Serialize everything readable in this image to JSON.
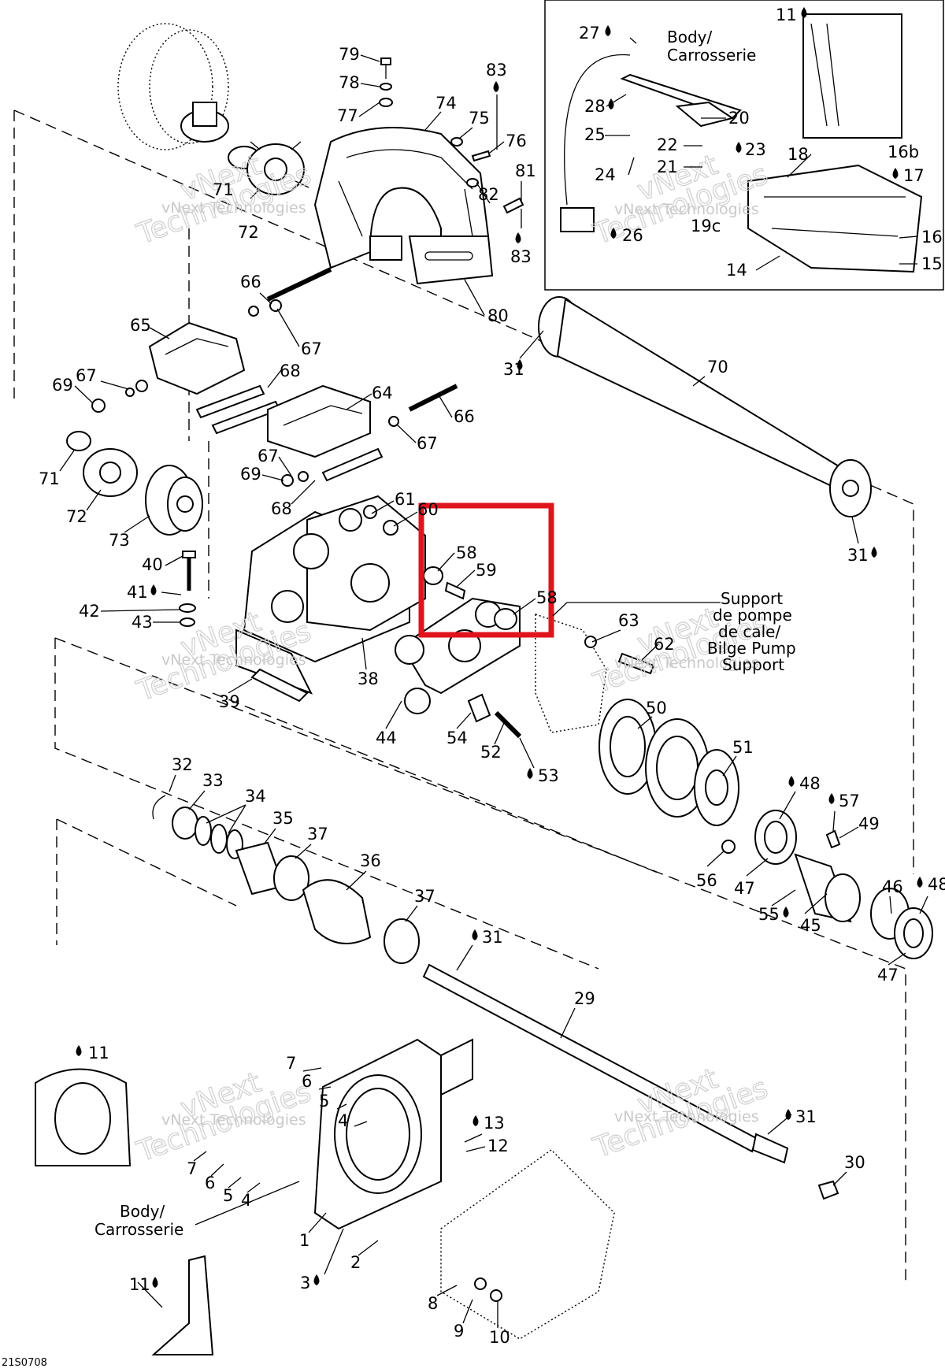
{
  "callouts": [
    {
      "id": "c79",
      "text": "79"
    },
    {
      "id": "c78",
      "text": "78"
    },
    {
      "id": "c77",
      "text": "77"
    },
    {
      "id": "c74",
      "text": "74"
    },
    {
      "id": "c75",
      "text": "75"
    },
    {
      "id": "c76",
      "text": "76"
    },
    {
      "id": "c83a",
      "text": "83"
    },
    {
      "id": "c81",
      "text": "81"
    },
    {
      "id": "c82",
      "text": "82"
    },
    {
      "id": "c83b",
      "text": "83"
    },
    {
      "id": "c80",
      "text": "80"
    },
    {
      "id": "c71a",
      "text": "71"
    },
    {
      "id": "c72a",
      "text": "72"
    },
    {
      "id": "c66a",
      "text": "66"
    },
    {
      "id": "c65",
      "text": "65"
    },
    {
      "id": "c67a",
      "text": "67"
    },
    {
      "id": "c68a",
      "text": "68"
    },
    {
      "id": "c67b",
      "text": "67"
    },
    {
      "id": "c69a",
      "text": "69"
    },
    {
      "id": "c64",
      "text": "64"
    },
    {
      "id": "c66b",
      "text": "66"
    },
    {
      "id": "c67c",
      "text": "67"
    },
    {
      "id": "c67d",
      "text": "67"
    },
    {
      "id": "c69b",
      "text": "69"
    },
    {
      "id": "c68b",
      "text": "68"
    },
    {
      "id": "c71b",
      "text": "71"
    },
    {
      "id": "c72b",
      "text": "72"
    },
    {
      "id": "c73",
      "text": "73"
    },
    {
      "id": "c61",
      "text": "61"
    },
    {
      "id": "c60",
      "text": "60"
    },
    {
      "id": "c58a",
      "text": "58"
    },
    {
      "id": "c59",
      "text": "59"
    },
    {
      "id": "c58b",
      "text": "58"
    },
    {
      "id": "c40",
      "text": "40"
    },
    {
      "id": "c41",
      "text": "41"
    },
    {
      "id": "c42",
      "text": "42"
    },
    {
      "id": "c43",
      "text": "43"
    },
    {
      "id": "c38",
      "text": "38"
    },
    {
      "id": "c39",
      "text": "39"
    },
    {
      "id": "c44",
      "text": "44"
    },
    {
      "id": "c54",
      "text": "54"
    },
    {
      "id": "c52",
      "text": "52"
    },
    {
      "id": "c53",
      "text": "53"
    },
    {
      "id": "c63",
      "text": "63"
    },
    {
      "id": "c62",
      "text": "62"
    },
    {
      "id": "c50",
      "text": "50"
    },
    {
      "id": "c51",
      "text": "51"
    },
    {
      "id": "c48a",
      "text": "48"
    },
    {
      "id": "c57",
      "text": "57"
    },
    {
      "id": "c49",
      "text": "49"
    },
    {
      "id": "c56",
      "text": "56"
    },
    {
      "id": "c47a",
      "text": "47"
    },
    {
      "id": "c46",
      "text": "46"
    },
    {
      "id": "c48b",
      "text": "48"
    },
    {
      "id": "c55",
      "text": "55"
    },
    {
      "id": "c45",
      "text": "45"
    },
    {
      "id": "c47b",
      "text": "47"
    },
    {
      "id": "c32",
      "text": "32"
    },
    {
      "id": "c33",
      "text": "33"
    },
    {
      "id": "c34",
      "text": "34"
    },
    {
      "id": "c35",
      "text": "35"
    },
    {
      "id": "c37a",
      "text": "37"
    },
    {
      "id": "c36",
      "text": "36"
    },
    {
      "id": "c37b",
      "text": "37"
    },
    {
      "id": "c31a",
      "text": "31"
    },
    {
      "id": "c29",
      "text": "29"
    },
    {
      "id": "c31b",
      "text": "31"
    },
    {
      "id": "c31c",
      "text": "31"
    },
    {
      "id": "c70",
      "text": "70"
    },
    {
      "id": "c31d",
      "text": "31"
    },
    {
      "id": "c30",
      "text": "30"
    },
    {
      "id": "c11a",
      "text": "11"
    },
    {
      "id": "c7a",
      "text": "7"
    },
    {
      "id": "c6a",
      "text": "6"
    },
    {
      "id": "c5a",
      "text": "5"
    },
    {
      "id": "c4a",
      "text": "4"
    },
    {
      "id": "c13",
      "text": "13"
    },
    {
      "id": "c12",
      "text": "12"
    },
    {
      "id": "c7b",
      "text": "7"
    },
    {
      "id": "c6b",
      "text": "6"
    },
    {
      "id": "c5b",
      "text": "5"
    },
    {
      "id": "c4b",
      "text": "4"
    },
    {
      "id": "c1",
      "text": "1"
    },
    {
      "id": "c2",
      "text": "2"
    },
    {
      "id": "c3",
      "text": "3"
    },
    {
      "id": "c11b",
      "text": "11"
    },
    {
      "id": "c8",
      "text": "8"
    },
    {
      "id": "c9",
      "text": "9"
    },
    {
      "id": "c10",
      "text": "10"
    },
    {
      "id": "c27",
      "text": "27"
    },
    {
      "id": "c28",
      "text": "28"
    },
    {
      "id": "c20",
      "text": "20"
    },
    {
      "id": "c25",
      "text": "25"
    },
    {
      "id": "c22",
      "text": "22"
    },
    {
      "id": "c23",
      "text": "23"
    },
    {
      "id": "c24",
      "text": "24"
    },
    {
      "id": "c21",
      "text": "21"
    },
    {
      "id": "c26",
      "text": "26"
    },
    {
      "id": "c11c",
      "text": "11"
    },
    {
      "id": "c18",
      "text": "18"
    },
    {
      "id": "c16b",
      "text": "16b"
    },
    {
      "id": "c17",
      "text": "17"
    },
    {
      "id": "c19",
      "text": "19c"
    },
    {
      "id": "c16",
      "text": "16"
    },
    {
      "id": "c15",
      "text": "15"
    },
    {
      "id": "c14",
      "text": "14"
    }
  ],
  "notes": {
    "body_top": [
      "Body/",
      "Carrosserie"
    ],
    "body_bottom": [
      "Body/",
      "Carrosserie"
    ],
    "bilge": [
      "Support",
      "de pompe",
      "de cale/",
      "Bilge Pump",
      "Support"
    ]
  },
  "watermark": {
    "line1": "vNext Technologies",
    "line2": "vNext",
    "line3": "Technologies"
  },
  "figure_code": "21S0708",
  "highlight": {
    "color": "#e0141c",
    "covers": [
      "58",
      "59",
      "58"
    ]
  },
  "colors": {
    "line": "#000000",
    "watermark": "#c9c9c9",
    "highlight": "#e0141c"
  }
}
